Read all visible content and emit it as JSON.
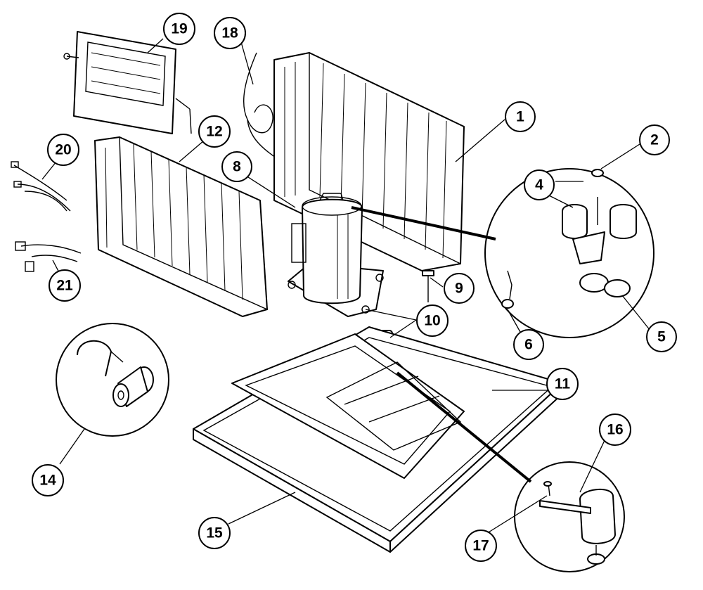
{
  "callouts": [
    {
      "id": "c1",
      "label": "1"
    },
    {
      "id": "c2",
      "label": "2"
    },
    {
      "id": "c4",
      "label": "4"
    },
    {
      "id": "c5",
      "label": "5"
    },
    {
      "id": "c6",
      "label": "6"
    },
    {
      "id": "c8",
      "label": "8"
    },
    {
      "id": "c9",
      "label": "9"
    },
    {
      "id": "c10",
      "label": "10"
    },
    {
      "id": "c11",
      "label": "11"
    },
    {
      "id": "c12",
      "label": "12"
    },
    {
      "id": "c14",
      "label": "14"
    },
    {
      "id": "c15",
      "label": "15"
    },
    {
      "id": "c16",
      "label": "16"
    },
    {
      "id": "c17",
      "label": "17"
    },
    {
      "id": "c18",
      "label": "18"
    },
    {
      "id": "c19",
      "label": "19"
    },
    {
      "id": "c20",
      "label": "20"
    },
    {
      "id": "c21",
      "label": "21"
    }
  ]
}
